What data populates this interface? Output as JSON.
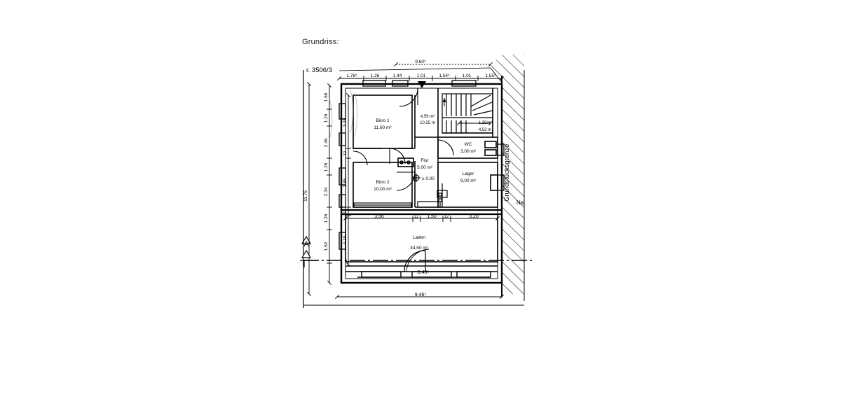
{
  "caption": "Grundriss:",
  "parcel_label": "r. 3506/3",
  "boundary_label": "Grundstücksgrenze",
  "north_label": "Na",
  "section_marker": "A",
  "datum_label": "± 0.00",
  "rooms": [
    {
      "name": "Büro 1",
      "area": "11,60 m²"
    },
    {
      "name": "Büro 2",
      "area": "10,00 m²"
    },
    {
      "name": "Flur",
      "area": "5,00 m²"
    },
    {
      "name": "WC",
      "area": "3,00 m²"
    },
    {
      "name": "Lager",
      "area": "9,00 m²"
    },
    {
      "name": "Laden",
      "area": "34,50 m²"
    }
  ],
  "stair_area": {
    "area": "4,59 m²",
    "length": "10.25 m"
  },
  "stair_landing": {
    "area": "1,25m²",
    "length": "4,52 m"
  },
  "dimensions": {
    "top_overall": "9.60⁵",
    "top_chain": [
      "1.78⁵",
      "1.26",
      "1.44",
      "1.01",
      "1.54⁵",
      "1.01",
      "1.55⁵"
    ],
    "left_overall": "11.76",
    "left_chain": [
      "1.66",
      "1.26",
      "2.46",
      "1.26",
      "2.34",
      "1.26",
      "1.52"
    ],
    "inner_left_chain": [
      "3.40",
      "12",
      "2.85",
      "12",
      "4.10"
    ],
    "mid_chain": [
      "3.56",
      "12",
      "1.50",
      "12",
      "3.20"
    ],
    "door_width": "8.43⁵",
    "bottom_overall": "9.46⁵"
  },
  "colors": {
    "ink": "#000000",
    "paper": "#ffffff",
    "faint": "#555555"
  }
}
